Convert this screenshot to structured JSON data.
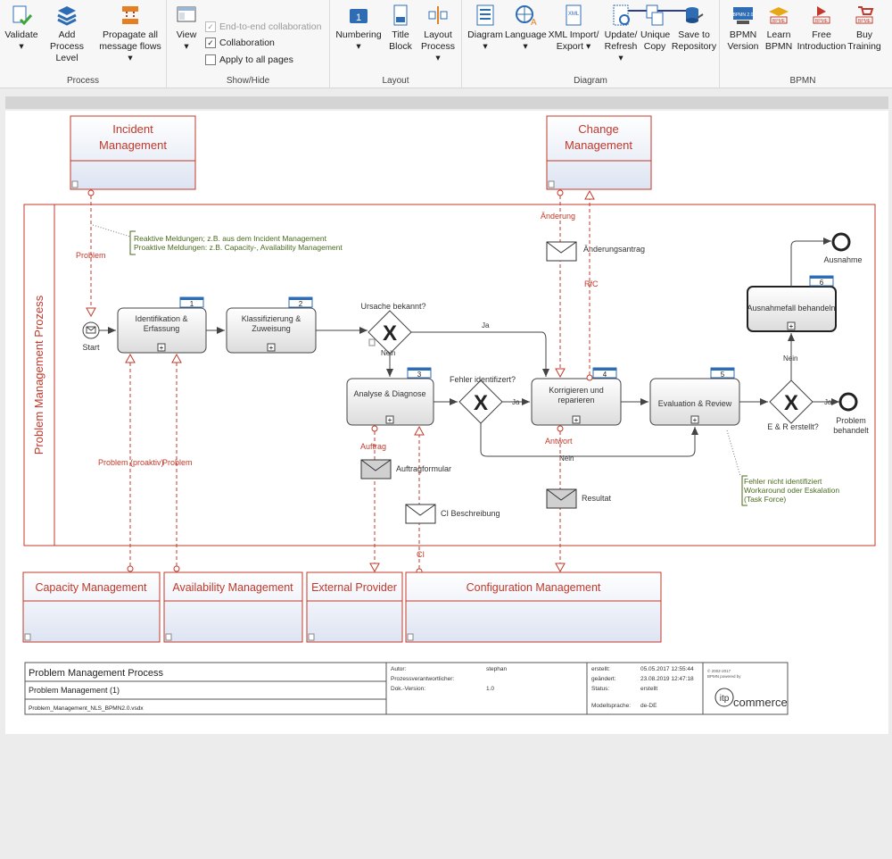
{
  "ribbon": {
    "groups": {
      "process": "Process",
      "show_hide": "Show/Hide",
      "layout": "Layout",
      "diagram": "Diagram",
      "bpmn": "BPMN"
    },
    "validate": "Validate",
    "add_process_level_1": "Add Process",
    "add_process_level_2": "Level",
    "propagate_1": "Propagate all",
    "propagate_2": "message flows",
    "view": "View",
    "chk_e2e": "End-to-end collaboration",
    "chk_collab": "Collaboration",
    "chk_apply": "Apply to all pages",
    "numbering": "Numbering",
    "title_block_1": "Title",
    "title_block_2": "Block",
    "layout_process_1": "Layout",
    "layout_process_2": "Process",
    "diagram_btn": "Diagram",
    "language": "Language",
    "xml_1": "XML Import/",
    "xml_2": "Export",
    "update_1": "Update/",
    "update_2": "Refresh",
    "unique_1": "Unique",
    "unique_2": "Copy",
    "save_1": "Save to",
    "save_2": "Repository",
    "bpmn_version_1": "BPMN",
    "bpmn_version_2": "Version",
    "learn_1": "Learn",
    "learn_2": "BPMN",
    "free_1": "Free",
    "free_2": "Introduction",
    "buy_1": "Buy",
    "buy_2": "Training",
    "caret": "▾"
  },
  "diagram": {
    "pool_title": "Problem Management Prozess",
    "incident_1": "Incident",
    "incident_2": "Management",
    "change_1": "Change",
    "change_2": "Management",
    "capacity": "Capacity Management",
    "availability": "Availability Management",
    "external": "External Provider",
    "configuration": "Configuration Management",
    "annotation_1": "Reaktive Meldungen; z.B. aus dem Incident Management",
    "annotation_2": "Proaktive Meldungen: z.B. Capacity-, Availability Management",
    "annotation2_1": "Fehler nicht identifiziert",
    "annotation2_2": "Workaround oder Eskalation",
    "annotation2_3": "(Task Force)",
    "start": "Start",
    "t1_1": "Identifikation &",
    "t1_2": "Erfassung",
    "t2_1": "Klassifizierung &",
    "t2_2": "Zuweisung",
    "t3": "Analyse & Diagnose",
    "t4_1": "Korrigieren und",
    "t4_2": "reparieren",
    "t5": "Evaluation & Review",
    "t6": "Ausnahmefall behandeln",
    "n1": "1",
    "n2": "2",
    "n3": "3",
    "n4": "4",
    "n5": "5",
    "n6": "6",
    "gw1": "Ursache bekannt?",
    "gw2": "Fehler identifizert?",
    "gw3": "E & R erstellt?",
    "ja": "Ja",
    "nein": "Nein",
    "end1": "Ausnahme",
    "end2_1": "Problem",
    "end2_2": "behandelt",
    "msg_problem": "Problem",
    "msg_aenderung": "Änderung",
    "msg_aenderungsantrag": "Änderungsantrag",
    "msg_rfc": "RfC",
    "msg_auftrag": "Auftrag",
    "msg_auftragformular": "Auftragformular",
    "msg_ci_beschreibung": "CI Beschreibung",
    "msg_ci": "CI",
    "msg_antwort": "Antwort",
    "msg_resultat": "Resultat",
    "msg_problem_proaktiv": "Problem (proaktiv)",
    "msg_problem2": "Problem",
    "gateway_x": "X"
  },
  "titleblock": {
    "title": "Problem Management Process",
    "subtitle": "Problem Management (1)",
    "file": "Problem_Management_NLS_BPMN2.0.vsdx",
    "autor_label": "Autor:",
    "autor": "stephan",
    "prozess_label": "Prozessverantwortlicher:",
    "dok_label": "Dok.-Version:",
    "dok": "1.0",
    "erstellt_label": "erstellt:",
    "erstellt": "05.05.2017 12:55:44",
    "geaendert_label": "geändert:",
    "geaendert": "23.08.2019 12:47:18",
    "status_label": "Status:",
    "status": "erstellt",
    "sprache_label": "Modellsprache:",
    "sprache": "de-DE",
    "copyright_1": "© 2002-2017",
    "copyright_2": "BPMN powered by",
    "logo_itp": "itp",
    "logo_commerce": "commerce"
  },
  "colors": {
    "red": "#c0392b",
    "blue": "#2e6db4",
    "green": "#4a6a1f"
  }
}
